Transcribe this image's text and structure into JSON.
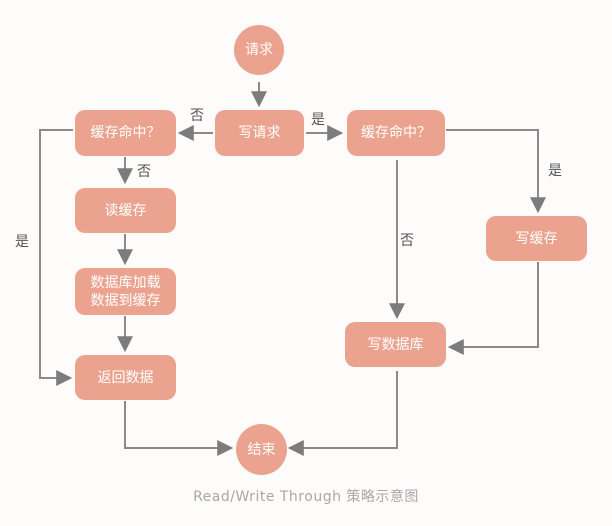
{
  "nodes": {
    "request": "请求",
    "write_request": "写请求",
    "cache_hit_left": "缓存命中？",
    "read_cache": "读缓存",
    "db_load": "数据库加载\n数据到缓存",
    "return_data": "返回数据",
    "cache_hit_right": "缓存命中？",
    "write_cache": "写缓存",
    "write_db": "写数据库",
    "end": "结束"
  },
  "edge_labels": {
    "no_top": "否",
    "yes_top": "是",
    "no_left": "否",
    "yes_left": "是",
    "yes_right": "是",
    "no_right": "否"
  },
  "caption": "Read/Write Through 策略示意图"
}
